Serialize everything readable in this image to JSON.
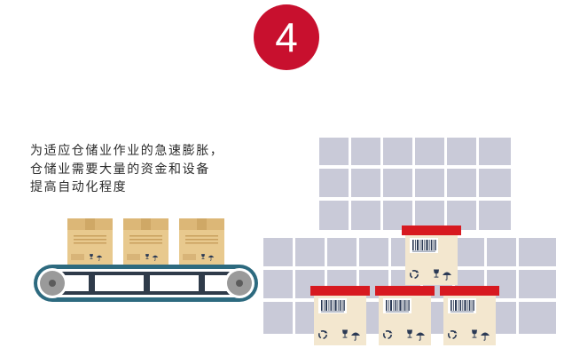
{
  "step": {
    "number": "4"
  },
  "caption": {
    "lines": [
      "为适应仓储业作业的急速膨胀，",
      "仓储业需要大量的资金和设备",
      "提高自动化程度"
    ]
  },
  "colors": {
    "accent_red": "#c8102e",
    "box_lid_red": "#d71920",
    "cardboard": "#e8c98e",
    "crate_cream": "#f3e7cf",
    "rack_panel": "#c9cad8",
    "belt_teal": "#2d6a7f",
    "roller_gray": "#9a9a9a"
  },
  "icons": [
    "recycle-icon",
    "fragile-glass-icon",
    "keep-dry-umbrella-icon",
    "barcode-icon"
  ]
}
